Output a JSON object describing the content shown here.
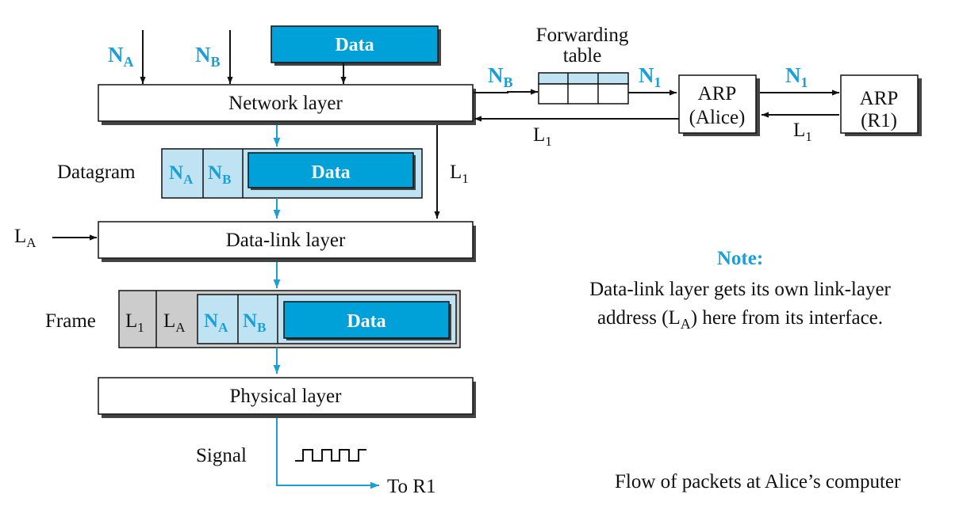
{
  "colors": {
    "accent": "#1a9fd6",
    "data_fill": "#00a0d8",
    "header_fill": "#bfe3f2",
    "frame_fill": "#cccccc",
    "shadow": "#444444"
  },
  "top": {
    "na": "N",
    "na_sub": "A",
    "nb": "N",
    "nb_sub": "B",
    "data": "Data"
  },
  "layers": {
    "network": "Network layer",
    "datalink": "Data-link layer",
    "physical": "Physical layer"
  },
  "datagram": {
    "label": "Datagram",
    "na": "N",
    "na_sub": "A",
    "nb": "N",
    "nb_sub": "B",
    "data": "Data"
  },
  "frame": {
    "label": "Frame",
    "l1": "L",
    "l1_sub": "1",
    "la": "L",
    "la_sub": "A",
    "na": "N",
    "na_sub": "A",
    "nb": "N",
    "nb_sub": "B",
    "data": "Data"
  },
  "la_input": {
    "text": "L",
    "sub": "A"
  },
  "l1_down": {
    "text": "L",
    "sub": "1"
  },
  "forwarding": {
    "title_line1": "Forwarding",
    "title_line2": "table",
    "nb": "N",
    "nb_sub": "B",
    "n1": "N",
    "n1_sub": "1"
  },
  "arp_alice": {
    "line1": "ARP",
    "line2": "(Alice)",
    "n1": "N",
    "n1_sub": "1",
    "l1": "L",
    "l1_sub": "1"
  },
  "arp_r1": {
    "line1": "ARP",
    "line2": "(R1)",
    "l1": "L",
    "l1_sub": "1"
  },
  "note": {
    "heading": "Note:",
    "line1": "Data-link layer gets its own link-layer",
    "line2_pre": "address (L",
    "line2_sub": "A",
    "line2_post": ") here from its interface."
  },
  "signal": {
    "label": "Signal",
    "dest": "To R1"
  },
  "caption": "Flow of packets at Alice’s computer"
}
